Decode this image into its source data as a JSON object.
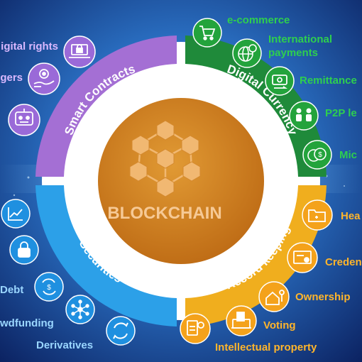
{
  "center": {
    "title": "BLOCKCHAIN",
    "icon": "cube-network-icon"
  },
  "segments": {
    "smart_contracts": {
      "label": "Smart Contracts",
      "color": "#a46fd4"
    },
    "digital_currency": {
      "label": "Digital Currency",
      "color": "#1f8a3a"
    },
    "securities": {
      "label": "Securities",
      "color": "#2ca0e8"
    },
    "record_keeping": {
      "label": "Record keeping",
      "color": "#f0ae1e"
    }
  },
  "items": {
    "digital_rights": {
      "label": "igital rights",
      "icon": "laptop-lock-icon"
    },
    "ledgers": {
      "label": "gers",
      "icon": "hand-gear-icon"
    },
    "bots": {
      "label": "",
      "icon": "robot-icon"
    },
    "ecommerce": {
      "label": "e-commerce",
      "icon": "shopping-cart-icon"
    },
    "intl_payments": {
      "label_line1": "International",
      "label_line2": "payments",
      "icon": "globe-dollar-icon"
    },
    "remittance": {
      "label": "Remittance",
      "icon": "money-transfer-icon"
    },
    "p2p": {
      "label": "P2P le",
      "icon": "people-icon"
    },
    "micro": {
      "label": "Mic",
      "icon": "coins-icon"
    },
    "stocks": {
      "label": "",
      "icon": "chart-icon"
    },
    "privacy": {
      "label": "",
      "icon": "padlock-icon"
    },
    "debt": {
      "label": "Debt",
      "icon": "money-loop-icon"
    },
    "crowdfunding": {
      "label": "wdfunding",
      "icon": "network-nodes-icon"
    },
    "derivatives": {
      "label": "Derivatives",
      "icon": "refresh-icon"
    },
    "health": {
      "label": "Hea",
      "icon": "medical-folder-icon"
    },
    "credentials": {
      "label": "Creden",
      "icon": "certificate-icon"
    },
    "ownership": {
      "label": "Ownership",
      "icon": "house-key-icon"
    },
    "voting": {
      "label": "Voting",
      "icon": "ballot-box-icon"
    },
    "ip": {
      "label": "Intellectual property",
      "icon": "idea-document-icon"
    }
  }
}
